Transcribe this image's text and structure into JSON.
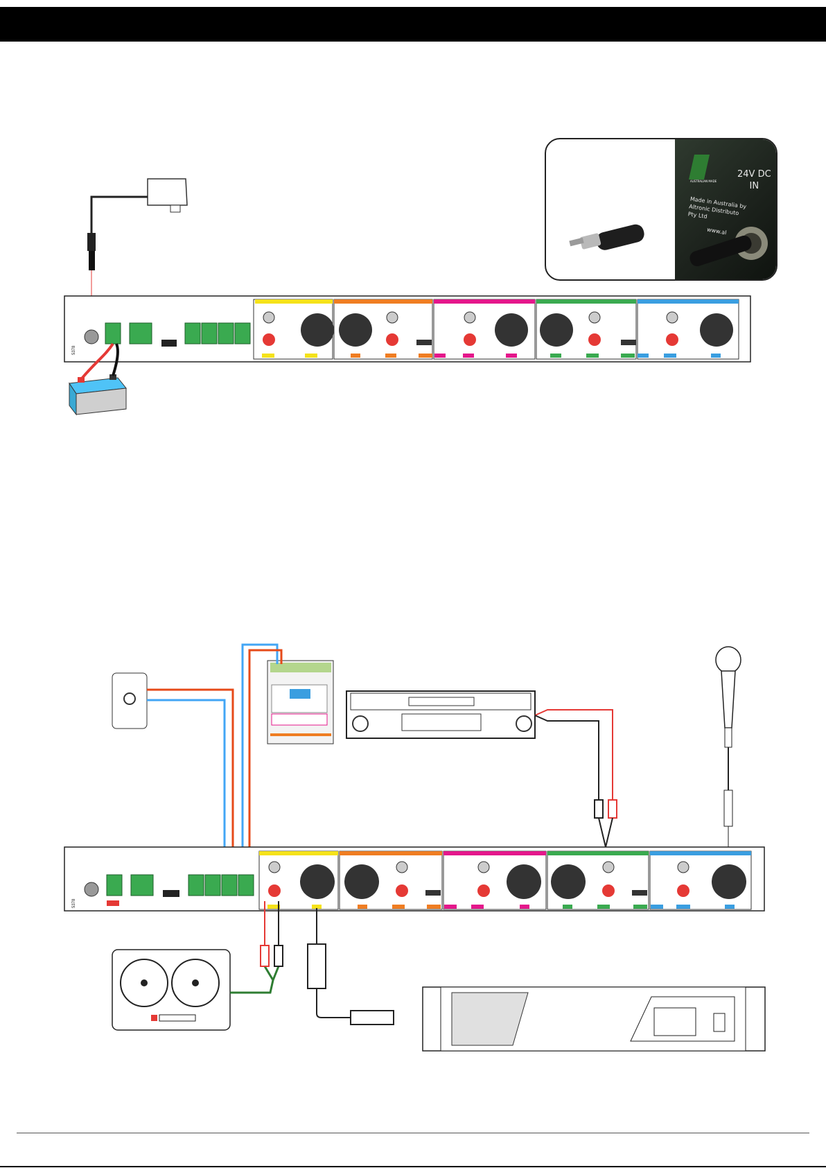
{
  "inset": {
    "voltage_label": "24V DC",
    "in_label": "IN",
    "made_in": "Made in Australia by",
    "maker": "Altronic Distributo",
    "pty": "Pty Ltd",
    "web": "www.al",
    "logo_text": "AUSTRALIAN MADE"
  },
  "panel_model": "5378",
  "channel_colors": [
    "#f5e21a",
    "#ef7d22",
    "#e4178b",
    "#3aaa50",
    "#3a9ee0"
  ],
  "icons": [
    "power-adapter-icon",
    "battery-icon",
    "dc-plug-icon",
    "wall-plate-icon",
    "relay-module-icon",
    "cd-player-icon",
    "microphone-icon",
    "tape-recorder-icon",
    "power-amplifier-icon"
  ]
}
